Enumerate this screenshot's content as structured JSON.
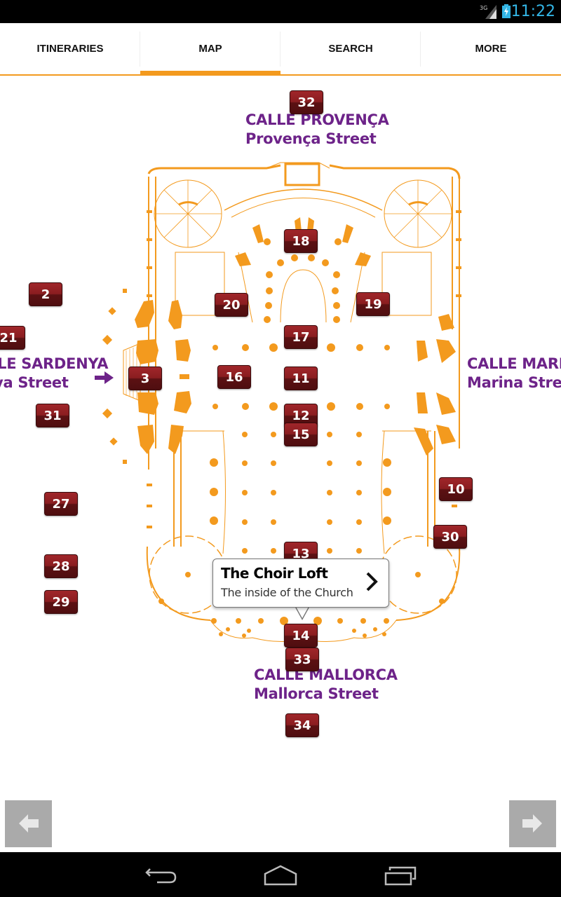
{
  "status_bar": {
    "network": "3G",
    "time": "11:22",
    "time_color": "#33b5e5"
  },
  "tabs": [
    {
      "label": "ITINERARIES",
      "active": false
    },
    {
      "label": "MAP",
      "active": true
    },
    {
      "label": "SEARCH",
      "active": false
    },
    {
      "label": "MORE",
      "active": false
    }
  ],
  "colors": {
    "accent": "#f39a1e",
    "street_label": "#6d2389",
    "marker": "#8a1d20"
  },
  "streets": {
    "provenca": {
      "line1": "CALLE PROVENÇA",
      "line2": "Provença Street"
    },
    "sardenya": {
      "line1": "CALLE SARDENYA",
      "line2": "Sardenya Street"
    },
    "marina": {
      "line1": "CALLE MARINA",
      "line2": "Marina Street"
    },
    "mallorca": {
      "line1": "CALLE MALLORCA",
      "line2": "Mallorca Street"
    }
  },
  "markers": [
    "32",
    "18",
    "20",
    "19",
    "2",
    "21",
    "17",
    "3",
    "16",
    "11",
    "31",
    "12",
    "15",
    "10",
    "27",
    "30",
    "13",
    "28",
    "29",
    "14",
    "33",
    "34"
  ],
  "callout": {
    "title": "The Choir Loft",
    "subtitle": "The inside of the Church",
    "icon": "chevron-right-icon"
  },
  "bottom_nav": {
    "prev_icon": "arrow-left-icon",
    "next_icon": "arrow-right-icon"
  },
  "system_nav": [
    "back-icon",
    "home-icon",
    "recent-apps-icon"
  ]
}
